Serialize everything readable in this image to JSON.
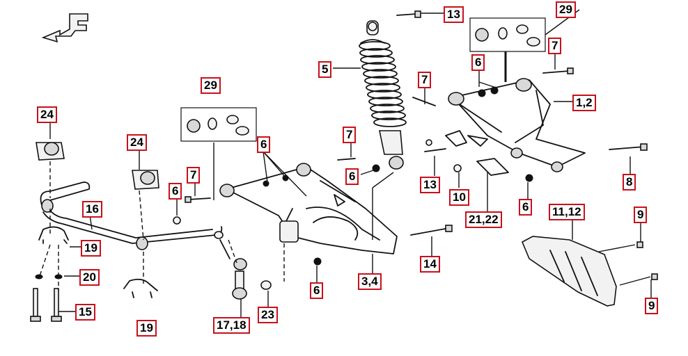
{
  "callouts": [
    {
      "id": "c13a",
      "text": "13"
    },
    {
      "id": "c29a",
      "text": "29"
    },
    {
      "id": "c7a",
      "text": "7"
    },
    {
      "id": "c6a",
      "text": "6"
    },
    {
      "id": "c5",
      "text": "5"
    },
    {
      "id": "c7b",
      "text": "7"
    },
    {
      "id": "c12",
      "text": "1,2"
    },
    {
      "id": "c29b",
      "text": "29"
    },
    {
      "id": "c7c",
      "text": "7"
    },
    {
      "id": "c6b",
      "text": "6"
    },
    {
      "id": "c6c",
      "text": "6"
    },
    {
      "id": "c13b",
      "text": "13"
    },
    {
      "id": "c10",
      "text": "10"
    },
    {
      "id": "c6d",
      "text": "6"
    },
    {
      "id": "c8",
      "text": "8"
    },
    {
      "id": "c24a",
      "text": "24"
    },
    {
      "id": "c24b",
      "text": "24"
    },
    {
      "id": "c7d",
      "text": "7"
    },
    {
      "id": "c6e",
      "text": "6"
    },
    {
      "id": "c16",
      "text": "16"
    },
    {
      "id": "c19a",
      "text": "19"
    },
    {
      "id": "c20",
      "text": "20"
    },
    {
      "id": "c15",
      "text": "15"
    },
    {
      "id": "c19b",
      "text": "19"
    },
    {
      "id": "c1718",
      "text": "17,18"
    },
    {
      "id": "c23",
      "text": "23"
    },
    {
      "id": "c6f",
      "text": "6"
    },
    {
      "id": "c34",
      "text": "3,4"
    },
    {
      "id": "c14",
      "text": "14"
    },
    {
      "id": "c2122",
      "text": "21,22"
    },
    {
      "id": "c1112",
      "text": "11,12"
    },
    {
      "id": "c9a",
      "text": "9"
    },
    {
      "id": "c9b",
      "text": "9"
    }
  ]
}
